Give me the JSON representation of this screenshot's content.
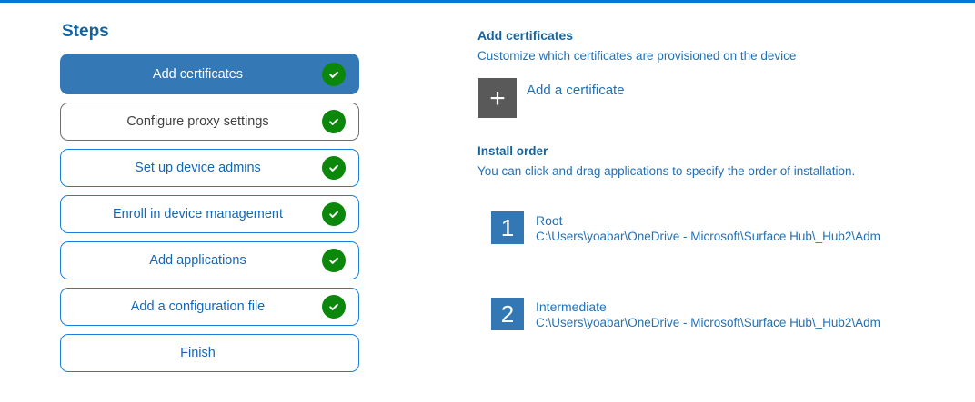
{
  "colors": {
    "top_bar": "#0078d7",
    "selected_step_bg": "#3478b6",
    "step_border_blue": "#1b7fd9",
    "step_text_blue": "#1467b8",
    "muted_step_border": "#6e6e6e",
    "muted_step_text": "#404040",
    "heading_blue": "#17639c",
    "body_blue": "#2470b4",
    "check_green": "#0b870b",
    "plus_tile_gray": "#595959",
    "number_tile_blue": "#3378b5"
  },
  "sidebar": {
    "title": "Steps",
    "steps": [
      {
        "label": "Add certificates",
        "state": "selected",
        "checked": true
      },
      {
        "label": "Configure proxy settings",
        "state": "muted",
        "checked": true
      },
      {
        "label": "Set up device admins",
        "state": "normal",
        "checked": true
      },
      {
        "label": "Enroll in device management",
        "state": "normal",
        "checked": true
      },
      {
        "label": "Add applications",
        "state": "normal",
        "checked": true
      },
      {
        "label": "Add a configuration file",
        "state": "normal",
        "checked": true
      },
      {
        "label": "Finish",
        "state": "normal",
        "checked": false
      }
    ]
  },
  "main": {
    "section_title": "Add certificates",
    "section_subtitle": "Customize which certificates are provisioned on the device",
    "add_certificate": {
      "icon": "plus-icon",
      "label": "Add a certificate"
    },
    "install_order": {
      "title": "Install order",
      "description": "You can click and drag applications to specify the order of installation.",
      "items": [
        {
          "number": "1",
          "name": "Root",
          "path": "C:\\Users\\yoabar\\OneDrive - Microsoft\\Surface Hub\\_Hub2\\Adm"
        },
        {
          "number": "2",
          "name": "Intermediate",
          "path": "C:\\Users\\yoabar\\OneDrive - Microsoft\\Surface Hub\\_Hub2\\Adm"
        }
      ]
    }
  }
}
